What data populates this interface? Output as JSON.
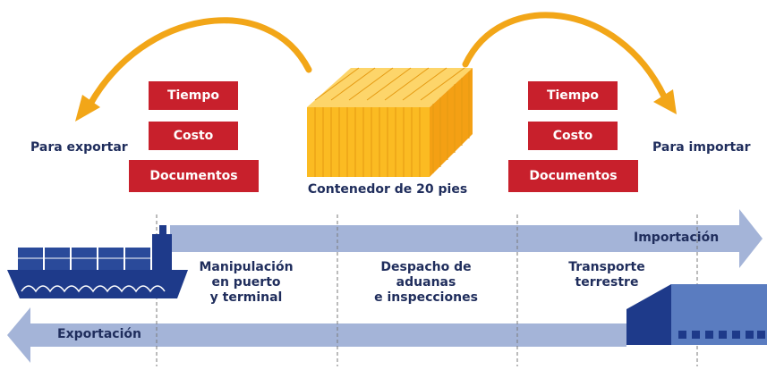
{
  "export_side": {
    "title": "Para exportar",
    "boxes": [
      "Tiempo",
      "Costo",
      "Documentos"
    ]
  },
  "import_side": {
    "title": "Para importar",
    "boxes": [
      "Tiempo",
      "Costo",
      "Documentos"
    ]
  },
  "container_label": "Contenedor de 20 pies",
  "flows": {
    "import_label": "Importación",
    "export_label": "Exportación"
  },
  "stages": {
    "port": [
      "Manipulación",
      "en puerto",
      "y terminal"
    ],
    "customs": [
      "Despacho de",
      "aduanas",
      "e inspecciones"
    ],
    "inland": [
      "Transporte",
      "terrestre"
    ]
  },
  "colors": {
    "arc_orange": "#f2a618",
    "container_yellow": "#fbbb22",
    "box_red": "#c8202c",
    "flow_blue": "#a4b4d8",
    "ship_navy": "#1e3a8a",
    "text_navy": "#1f2d5c"
  }
}
